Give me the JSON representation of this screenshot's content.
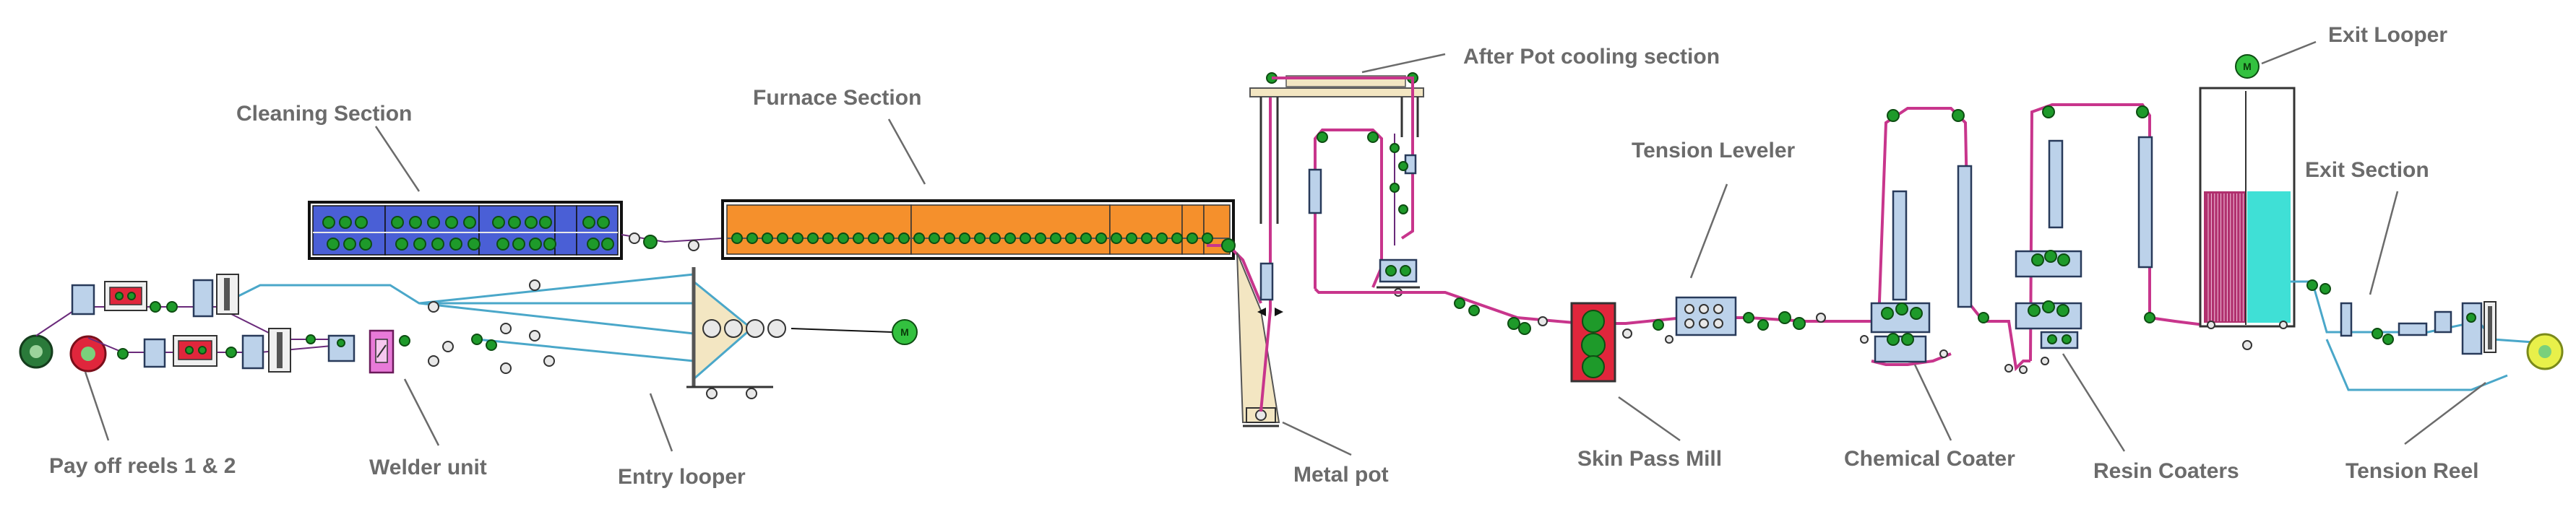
{
  "labels": {
    "cleaning_section": "Cleaning Section",
    "furnace_section": "Furnace Section",
    "after_pot_cooling": "After Pot cooling section",
    "tension_leveler": "Tension Leveler",
    "exit_looper": "Exit Looper",
    "exit_section": "Exit Section",
    "pay_off_reels": "Pay off reels 1 & 2",
    "welder_unit": "Welder unit",
    "entry_looper": "Entry looper",
    "metal_pot": "Metal pot",
    "skin_pass_mill": "Skin Pass Mill",
    "chemical_coater": "Chemical Coater",
    "resin_coaters": "Resin Coaters",
    "tension_reel": "Tension Reel"
  },
  "motor_symbol": "M",
  "colors": {
    "strip": "#c8358c",
    "cleaning_fill": "#4a5fd6",
    "furnace_fill": "#f5902c",
    "roll_green": "#1e9a2a",
    "pot_fill": "#f3e6c2",
    "frame_blue": "#bcd2ea",
    "looper_magenta": "#b0306e",
    "looper_cyan": "#3fe0d6",
    "label_gray": "#6b6b6b",
    "coil_yellow": "#e8f04a"
  }
}
